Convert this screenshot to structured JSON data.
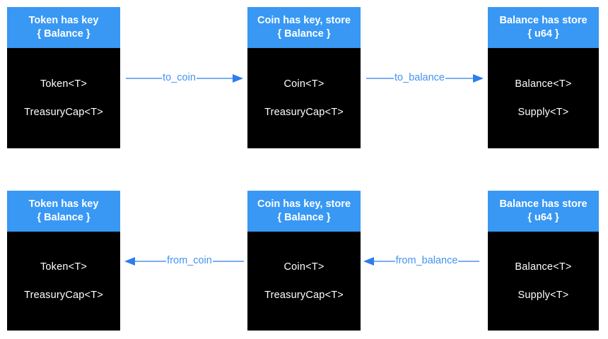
{
  "colors": {
    "header-bg": "#3898F4",
    "header-text": "#FFFFFF",
    "body-bg": "#000000",
    "body-text": "#FFFFFF",
    "arrow-line": "#7AAEF3",
    "arrow-head": "#2E7CEF",
    "arrow-label": "#4494F0",
    "page-bg": "#FFFFFF"
  },
  "rows": [
    {
      "boxes": [
        {
          "header_line1": "Token has key",
          "header_line2": "{ Balance }",
          "fields": [
            "Token<T>",
            "TreasuryCap<T>"
          ]
        },
        {
          "header_line1": "Coin has key, store",
          "header_line2": "{ Balance }",
          "fields": [
            "Coin<T>",
            "TreasuryCap<T>"
          ]
        },
        {
          "header_line1": "Balance has store",
          "header_line2": "{ u64 }",
          "fields": [
            "Balance<T>",
            "Supply<T>"
          ]
        }
      ],
      "arrows": [
        {
          "label": "to_coin",
          "direction": "right"
        },
        {
          "label": "to_balance",
          "direction": "right"
        }
      ]
    },
    {
      "boxes": [
        {
          "header_line1": "Token has key",
          "header_line2": "{ Balance }",
          "fields": [
            "Token<T>",
            "TreasuryCap<T>"
          ]
        },
        {
          "header_line1": "Coin has key, store",
          "header_line2": "{ Balance }",
          "fields": [
            "Coin<T>",
            "TreasuryCap<T>"
          ]
        },
        {
          "header_line1": "Balance has store",
          "header_line2": "{ u64 }",
          "fields": [
            "Balance<T>",
            "Supply<T>"
          ]
        }
      ],
      "arrows": [
        {
          "label": "from_coin",
          "direction": "left"
        },
        {
          "label": "from_balance",
          "direction": "left"
        }
      ]
    }
  ]
}
